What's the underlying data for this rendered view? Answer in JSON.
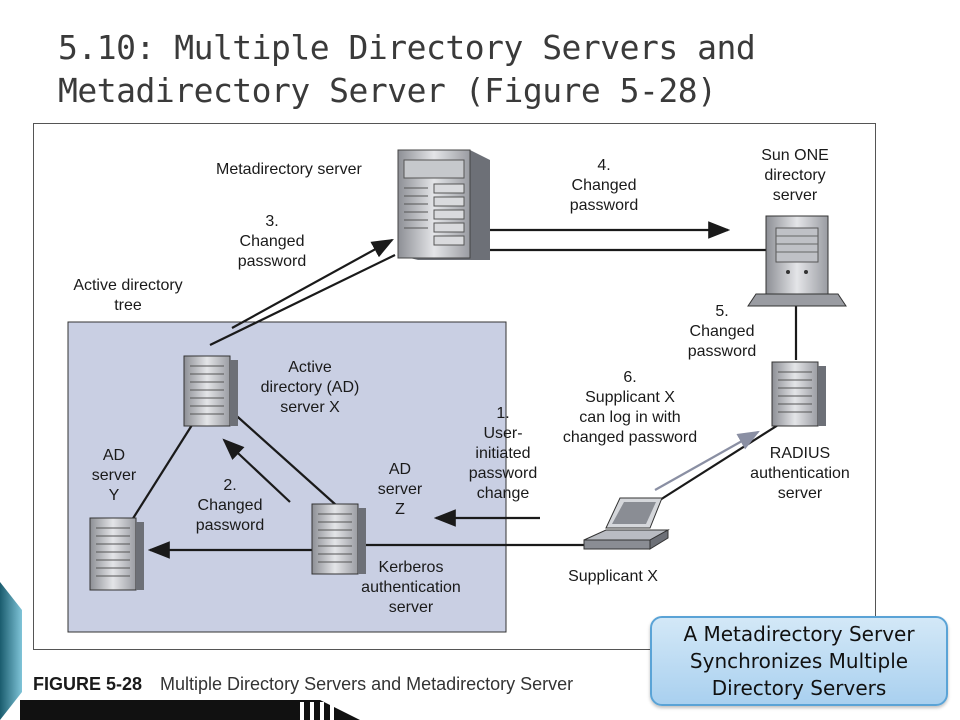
{
  "slide": {
    "title": "5.10: Multiple Directory Servers and Metadirectory Server (Figure 5-28)"
  },
  "diagram": {
    "nodes": {
      "metadirectory_server": "Metadirectory server",
      "sun_one_l1": "Sun ONE",
      "sun_one_l2": "directory",
      "sun_one_l3": "server",
      "ad_tree_l1": "Active directory",
      "ad_tree_l2": "tree",
      "ad_x_l1": "Active",
      "ad_x_l2": "directory (AD)",
      "ad_x_l3": "server X",
      "ad_y_l1": "AD",
      "ad_y_l2": "server",
      "ad_y_l3": "Y",
      "ad_z_l1": "AD",
      "ad_z_l2": "server",
      "ad_z_l3": "Z",
      "kerberos_l1": "Kerberos",
      "kerberos_l2": "authentication",
      "kerberos_l3": "server",
      "radius_l1": "RADIUS",
      "radius_l2": "authentication",
      "radius_l3": "server",
      "supplicant": "Supplicant X"
    },
    "steps": {
      "s1_l1": "1.",
      "s1_l2": "User-",
      "s1_l3": "initiated",
      "s1_l4": "password",
      "s1_l5": "change",
      "s2_l1": "2.",
      "s2_l2": "Changed",
      "s2_l3": "password",
      "s3_l1": "3.",
      "s3_l2": "Changed",
      "s3_l3": "password",
      "s4_l1": "4.",
      "s4_l2": "Changed",
      "s4_l3": "password",
      "s5_l1": "5.",
      "s5_l2": "Changed",
      "s5_l3": "password",
      "s6_l1": "6.",
      "s6_l2": "Supplicant X",
      "s6_l3": "can log in with",
      "s6_l4": "changed password"
    }
  },
  "caption": {
    "number": "FIGURE 5-28",
    "text": "Multiple Directory Servers and Metadirectory Server"
  },
  "callout": {
    "line1": "A Metadirectory Server",
    "line2": "Synchronizes Multiple",
    "line3": "Directory Servers"
  },
  "colors": {
    "tree_fill": "#c9cfe3",
    "callout_border": "#5aa3d6",
    "arrow": "#1a1a1a",
    "step6_arrow": "#8a8fa3"
  }
}
